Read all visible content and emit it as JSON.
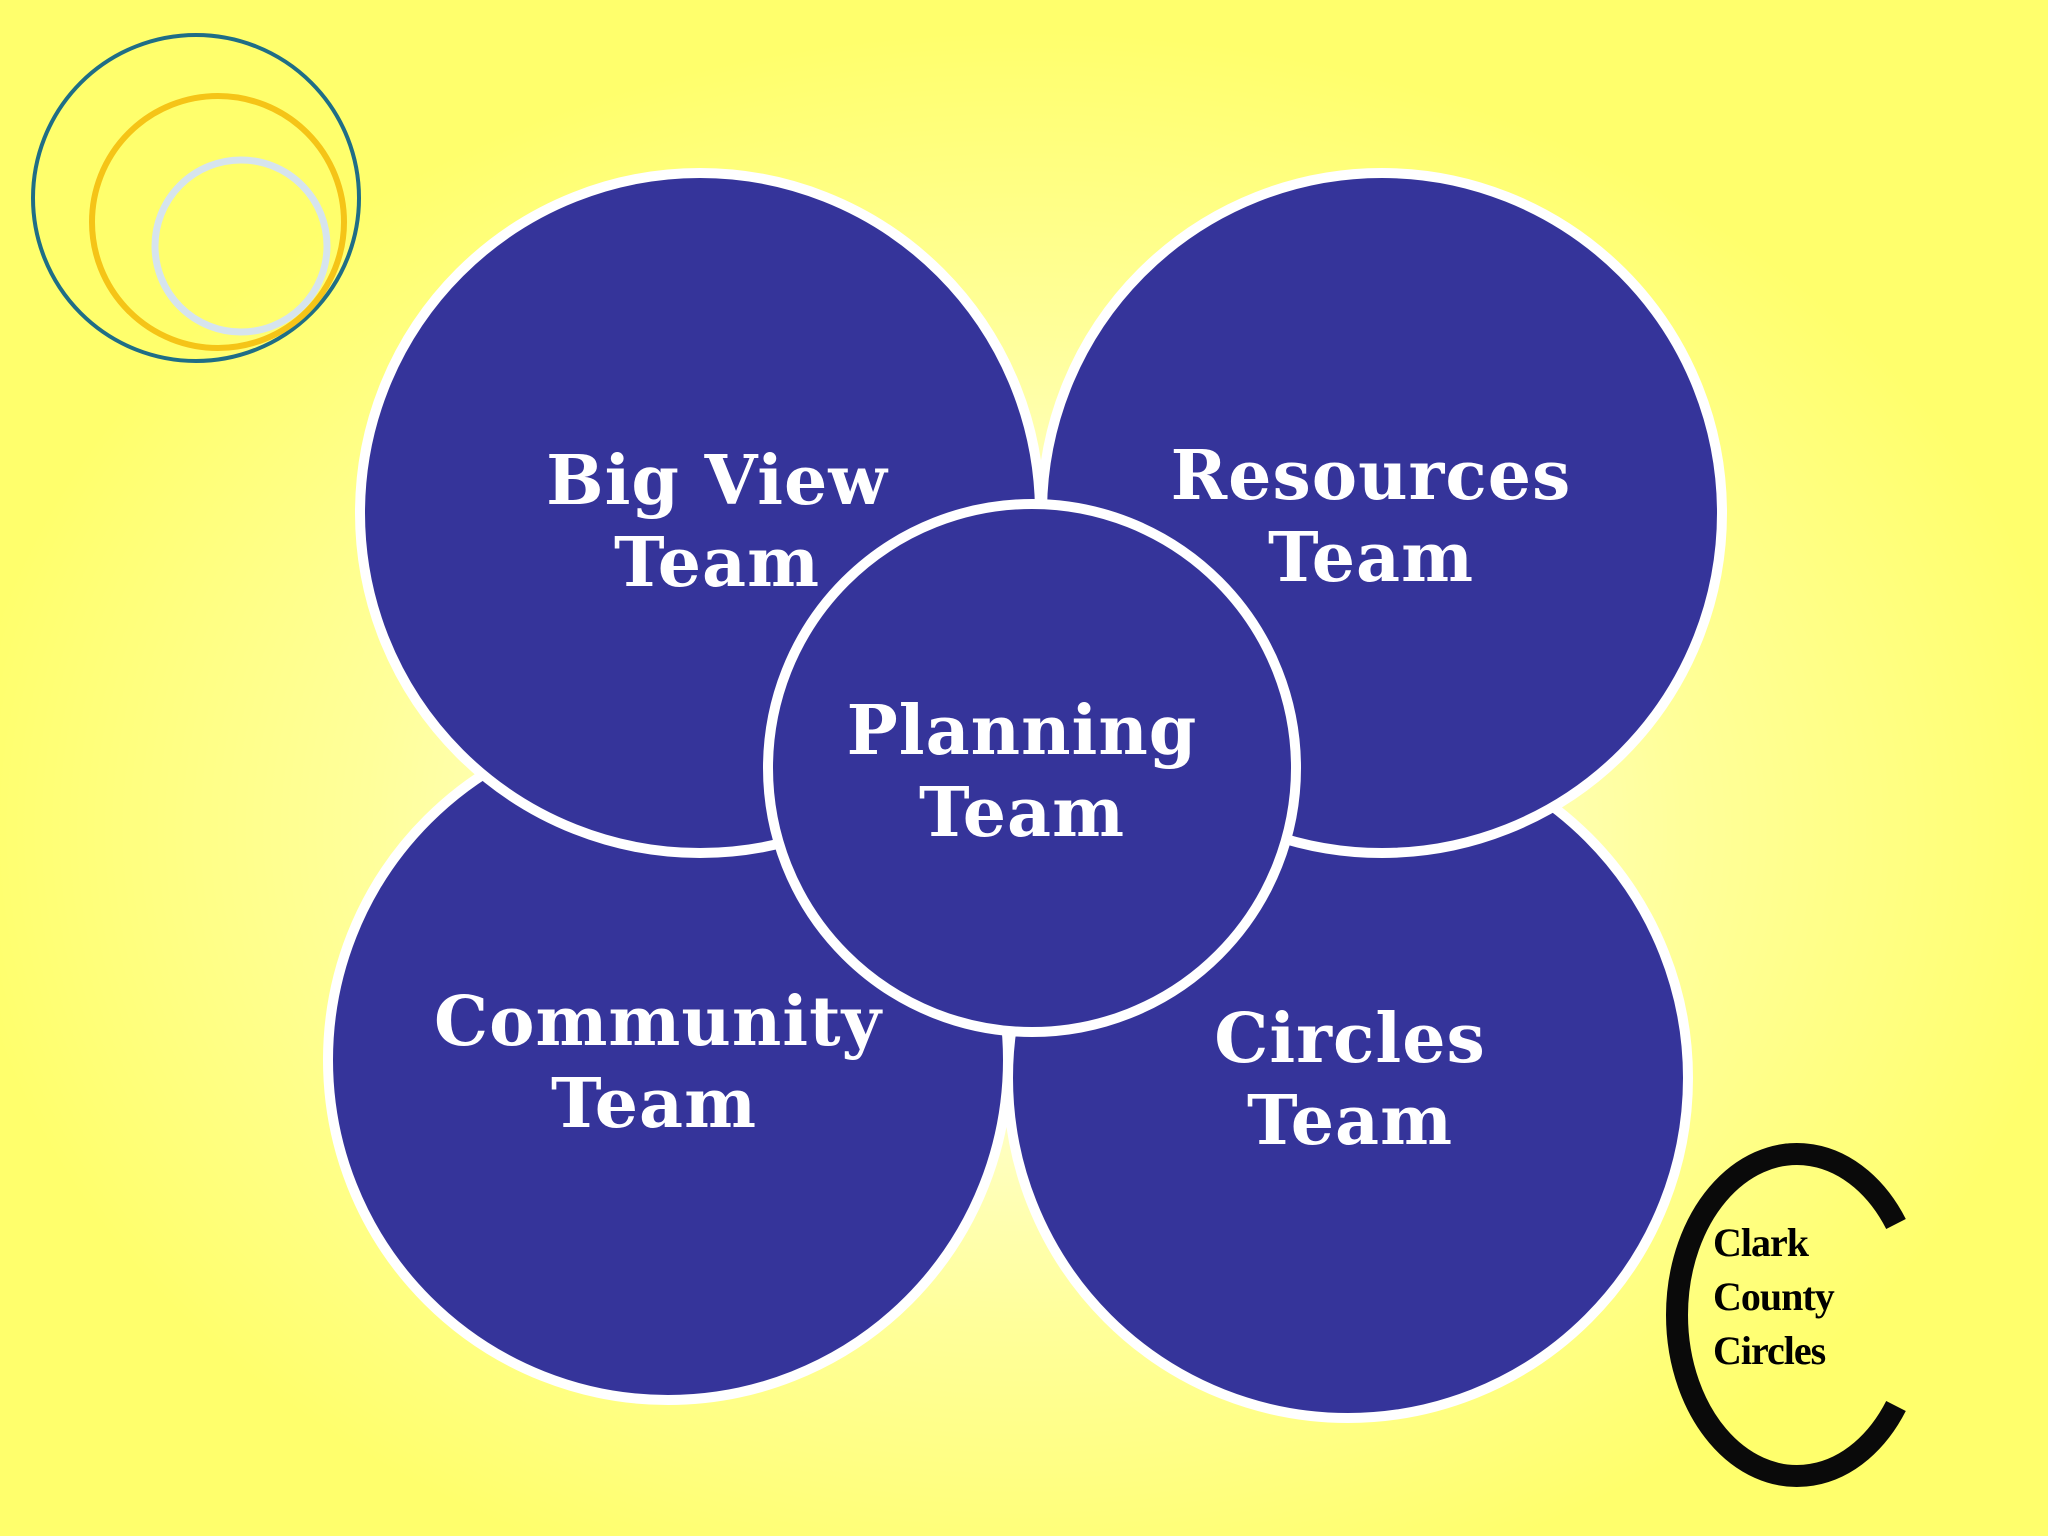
{
  "colors": {
    "background": "#ffff66",
    "circle_fill": "#35349a",
    "circle_stroke": "#ffffff",
    "label_text": "#ffffff",
    "deco_ring_outer": "#1f6e86",
    "deco_ring_middle": "#f5c417",
    "deco_ring_inner": "#d6e4ee"
  },
  "teams": {
    "big_view": {
      "line1": "Big View",
      "line2": "Team"
    },
    "resources": {
      "line1": "Resources",
      "line2": "Team"
    },
    "planning": {
      "line1": "Planning",
      "line2": "Team"
    },
    "community": {
      "line1": "Community",
      "line2": "Team"
    },
    "circles": {
      "line1": "Circles",
      "line2": "Team"
    }
  },
  "logo": {
    "line1": "Clark",
    "line2": "County",
    "line3": "Circles"
  },
  "decorations": {
    "top_left": "concentric-rings-icon",
    "bottom_right": "letter-c-logo-icon"
  }
}
